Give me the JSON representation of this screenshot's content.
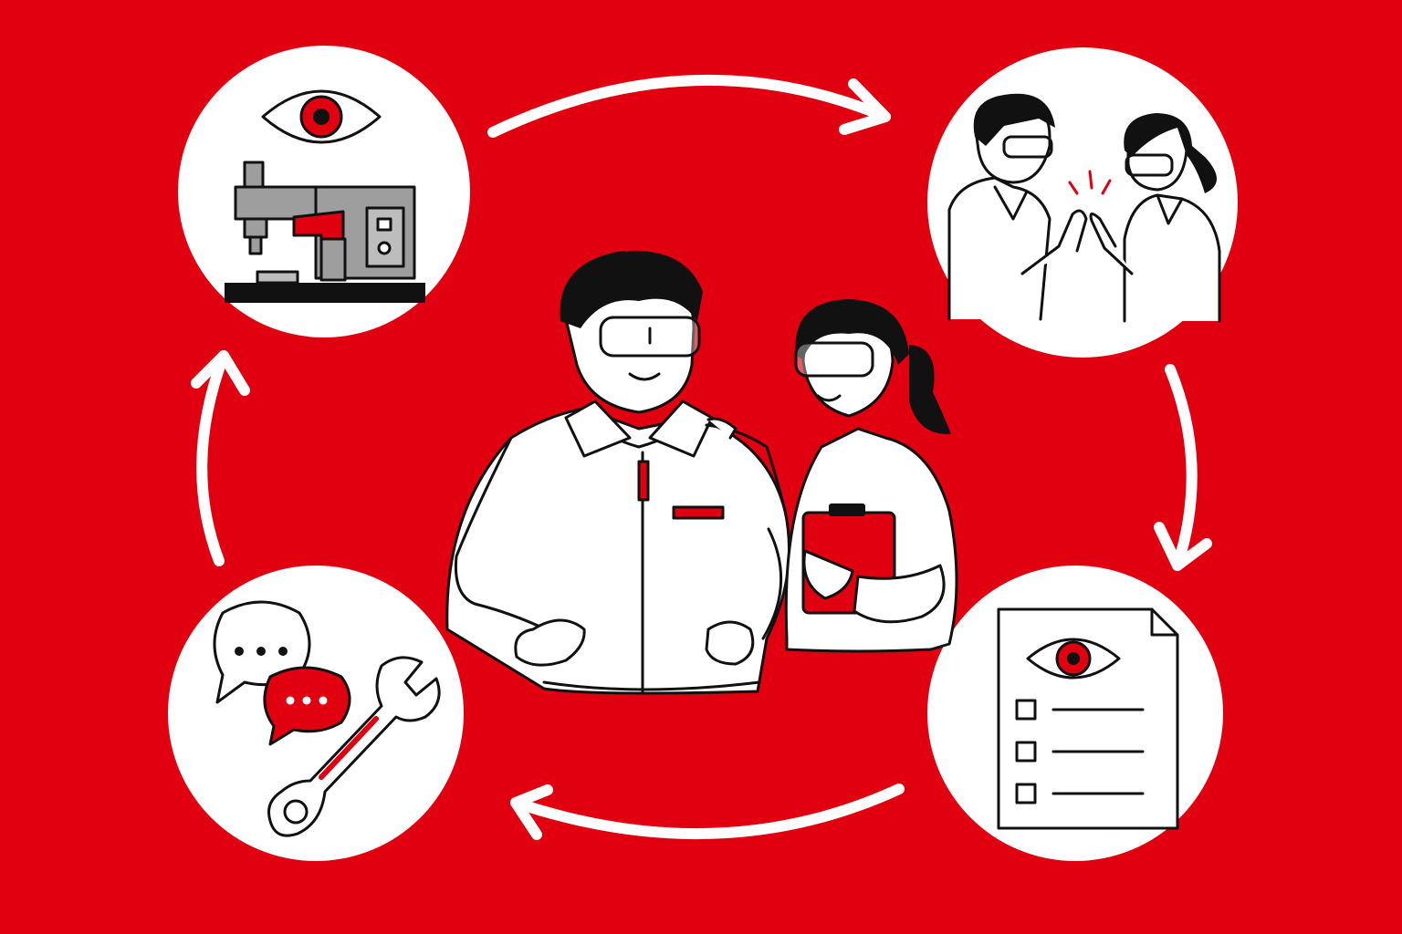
{
  "diagram": {
    "type": "cycle",
    "direction": "clockwise",
    "colors": {
      "background": "#e1000f",
      "node_fill": "#ffffff",
      "ink": "#111111",
      "accent": "#e1000f",
      "machine_gray": "#9e9e9e"
    },
    "center": {
      "icon": "two-workers-in-safety-glasses-icon"
    },
    "nodes": [
      {
        "id": "observe-machine",
        "icon": "eye-over-machine-icon"
      },
      {
        "id": "praise",
        "icon": "two-workers-high-five-icon"
      },
      {
        "id": "checklist",
        "icon": "eye-checklist-document-icon"
      },
      {
        "id": "feedback-fix",
        "icon": "speech-bubbles-and-wrench-icon"
      }
    ],
    "edges": [
      {
        "from": "observe-machine",
        "to": "praise"
      },
      {
        "from": "praise",
        "to": "checklist"
      },
      {
        "from": "checklist",
        "to": "feedback-fix"
      },
      {
        "from": "feedback-fix",
        "to": "observe-machine"
      }
    ]
  }
}
